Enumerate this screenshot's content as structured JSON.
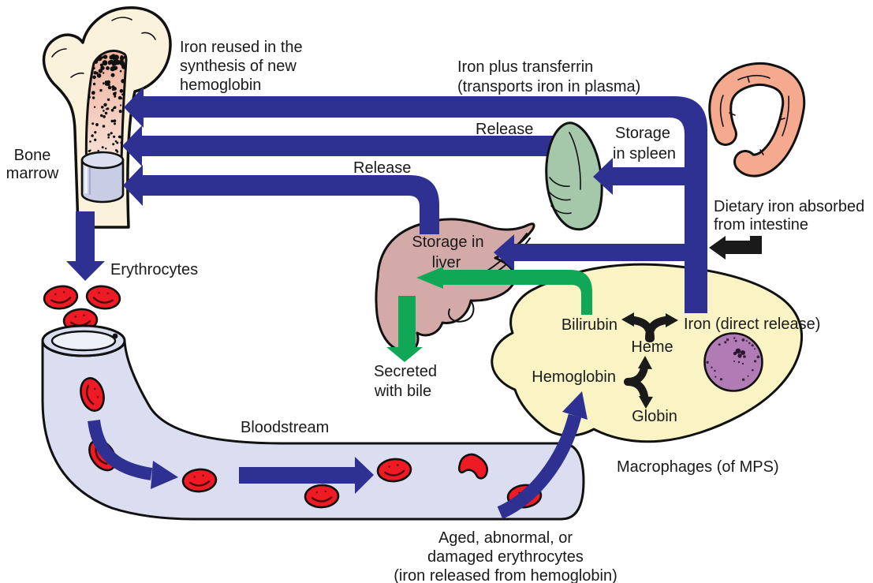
{
  "figure": {
    "subject": "Iron metabolism and hemoglobin recycling diagram"
  },
  "colors": {
    "arrow_blue": "#2E3192",
    "arrow_green": "#10A857",
    "arrow_black": "#1a1a1a",
    "bone": "#FBF2DC",
    "marrow_top": "#EFB29E",
    "marrow_bottom": "#FBEAE3",
    "marrow_cylinder": "#C8CDE5",
    "cylinder_top": "#DCDFEF",
    "spleen": "#A5C7AA",
    "liver": "#D3AAA7",
    "intestine": "#F5A98E",
    "macrophage": "#FAF4C5",
    "nucleus": "#B17CB5",
    "vessel": "#DBDEF0",
    "vessel_lumen": "#EEF0F8",
    "erythrocyte": "#EE1B24",
    "background": "#FFFFFF",
    "text": "#1a1a1a"
  },
  "labels": {
    "bone_marrow": [
      "Bone",
      "marrow"
    ],
    "iron_reused": [
      "Iron reused in the",
      "synthesis of new",
      "hemoglobin"
    ],
    "iron_transferrin": [
      "Iron plus transferrin",
      "(transports iron in plasma)"
    ],
    "release_spleen": "Release",
    "release_liver": "Release",
    "storage_spleen": [
      "Storage",
      "in spleen"
    ],
    "storage_liver": [
      "Storage in",
      "liver"
    ],
    "dietary_iron": [
      "Dietary iron absorbed",
      "from intestine"
    ],
    "erythrocytes": "Erythrocytes",
    "bloodstream": "Bloodstream",
    "bilirubin": "Bilirubin",
    "heme": "Heme",
    "globin": "Globin",
    "hemoglobin": "Hemoglobin",
    "iron_direct_release": "Iron (direct release)",
    "secreted_bile": [
      "Secreted",
      "with bile"
    ],
    "macrophages": "Macrophages (of MPS)",
    "aged_erythrocytes": [
      "Aged, abnormal, or",
      "damaged erythrocytes",
      "(iron released from hemoglobin)"
    ]
  }
}
